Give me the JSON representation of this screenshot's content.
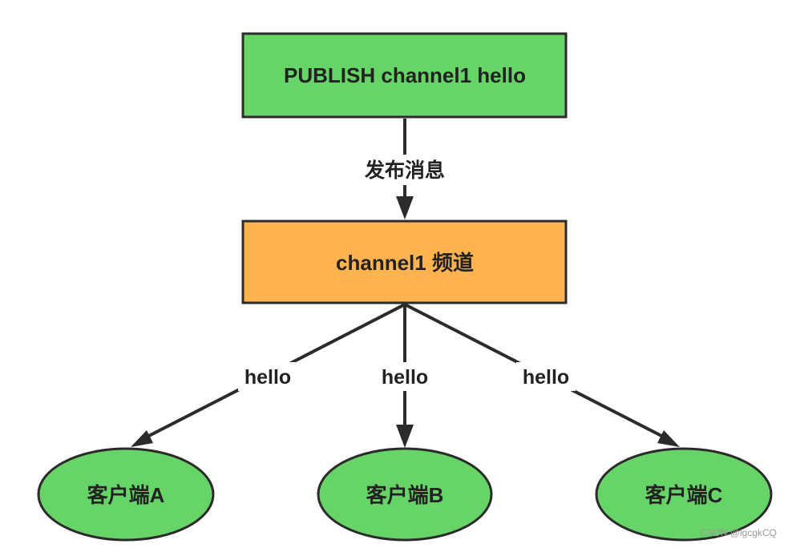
{
  "colors": {
    "publish_fill": "#66d466",
    "channel_fill": "#ffb34f",
    "client_fill": "#66d466",
    "stroke": "#2b2b2b"
  },
  "nodes": {
    "publish": {
      "label": "PUBLISH channel1 hello"
    },
    "channel": {
      "label": "channel1 频道"
    },
    "client_a": {
      "label": "客户端A"
    },
    "client_b": {
      "label": "客户端B"
    },
    "client_c": {
      "label": "客户端C"
    }
  },
  "edges": {
    "publish_to_channel": {
      "label": "发布消息"
    },
    "channel_to_a": {
      "label": "hello"
    },
    "channel_to_b": {
      "label": "hello"
    },
    "channel_to_c": {
      "label": "hello"
    }
  },
  "watermark": "CSDN @lgcgkCQ"
}
